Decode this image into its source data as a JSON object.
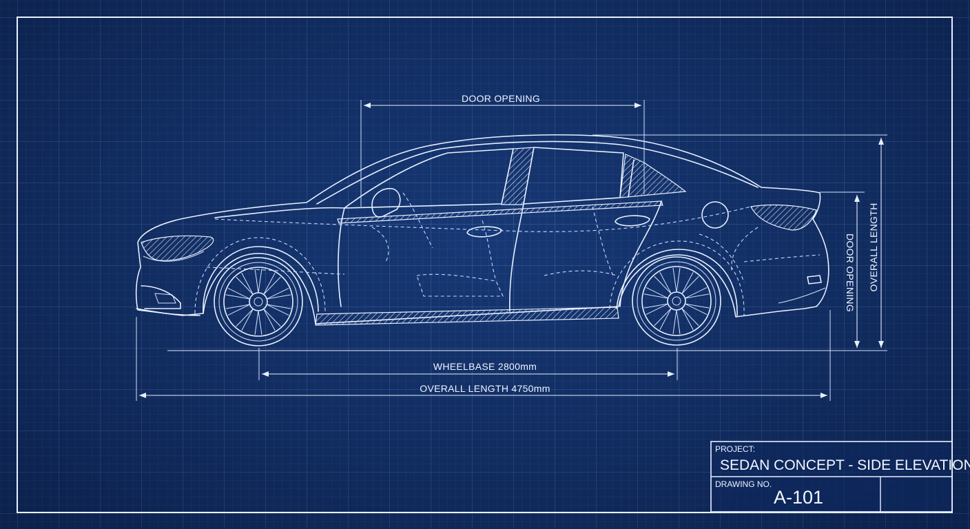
{
  "dimensions": {
    "door_opening_top": "DOOR OPENING",
    "door_opening_side": "DOOR OPENING",
    "overall_length_side": "OVERALL LENGTH",
    "wheelbase": "WHEELBASE 2800mm",
    "overall_length": "OVERALL LENGTH 4750mm"
  },
  "title_block": {
    "project_label": "PROJECT:",
    "project_title": "SEDAN CONCEPT - SIDE ELEVATION",
    "drawing_no_label": "DRAWING NO.",
    "drawing_no": "A-101"
  },
  "colors": {
    "background": "#11306a",
    "line": "#e8f0ff"
  }
}
